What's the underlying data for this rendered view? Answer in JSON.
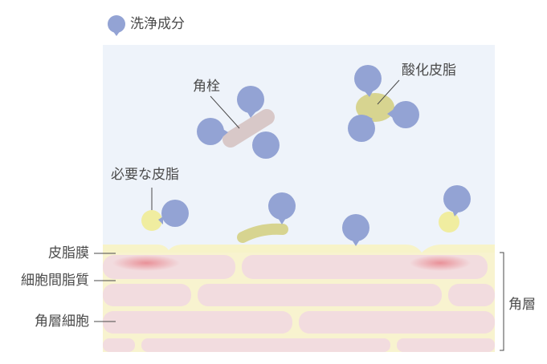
{
  "legend": {
    "label": "洗浄成分",
    "icon": "cleansing-agent-icon"
  },
  "labels": {
    "keratin_plug": "角栓",
    "oxidized_sebum": "酸化皮脂",
    "necessary_sebum": "必要な皮脂",
    "sebum_film": "皮脂膜",
    "intercellular_lipid": "細胞間脂質",
    "corneocyte": "角層細胞",
    "stratum_corneum": "角層"
  },
  "colors": {
    "cleansing_agent": "#93a3d4",
    "background": "#eef3fa",
    "sebum_film": "#f7f3c8",
    "cell": "#f2dcdf",
    "keratin_plug": "#d8c8c8",
    "oxidized_sebum": "#d7d490",
    "necessary_sebum": "#f0eda0",
    "redness": "#e88890",
    "text": "#4a4a4a"
  }
}
